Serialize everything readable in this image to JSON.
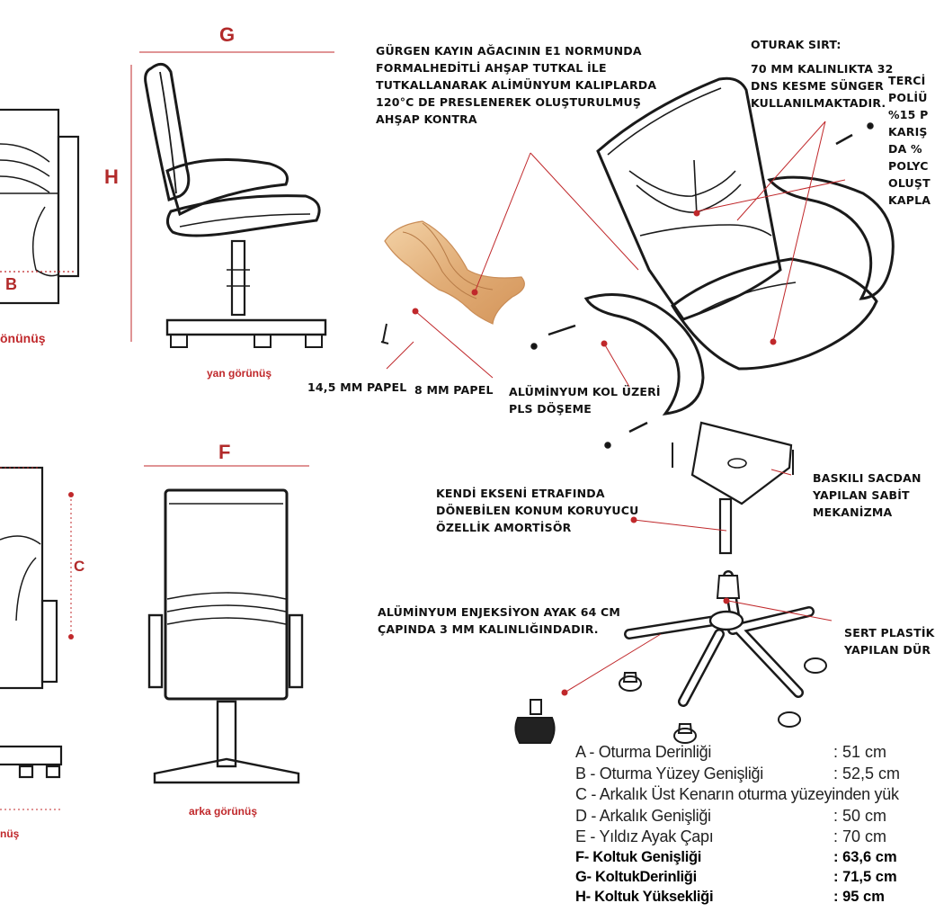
{
  "dimension_letters": {
    "g": "G",
    "h": "H",
    "f": "F",
    "b": "B",
    "c": "C"
  },
  "views": {
    "front": "önünüş",
    "side": "yan görünüş",
    "back": "arka görünüş",
    "plan": "nüş"
  },
  "callouts": {
    "plywood": [
      "GÜRGEN KAYIN AĞACININ E1 NORMUNDA",
      "FORMALHEDİTLİ AHŞAP TUTKAL İLE",
      "TUTKALLANARAK ALİMÜNYUM KALIPLARDA",
      "120°C DE PRESLENEREK OLUŞTURULMUŞ",
      "AHŞAP KONTRA"
    ],
    "oturak_title": "OTURAK SIRT:",
    "oturak_body": [
      "70 MM KALINLIKTA 32",
      "DNS KESME SÜNGER",
      "KULLANILMAKTADIR."
    ],
    "cover": [
      "TERCİ",
      "POLİÜ",
      "%15 P",
      "KARIŞ",
      "DA %",
      "POLYC",
      "OLUŞT",
      "KAPLA"
    ],
    "papel_1": "14,5 MM PAPEL",
    "papel_2": "8 MM  PAPEL",
    "arm": [
      "ALÜMİNYUM KOL ÜZERİ",
      "PLS DÖŞEME"
    ],
    "mechanism": [
      "BASKILI SACDAN",
      "YAPILAN SABİT",
      "MEKANİZMA"
    ],
    "piston": [
      "KENDİ EKSENİ ETRAFINDA",
      "DÖNEBİLEN KONUM KORUYUCU",
      "ÖZELLİK AMORTİSÖR"
    ],
    "base": [
      "ALÜMİNYUM ENJEKSİYON AYAK 64 CM",
      "ÇAPINDA 3 MM KALINLIĞINDADIR."
    ],
    "caster": [
      "SERT PLASTİK",
      "YAPILAN DÜR"
    ]
  },
  "specs": [
    {
      "label": "A - Oturma Derinliği",
      "value": ": 51 cm",
      "bold": false
    },
    {
      "label": "B - Oturma Yüzey Genişliği",
      "value": ": 52,5 cm",
      "bold": false
    },
    {
      "label": "C - Arkalık Üst Kenarın oturma yüzeyinden yük",
      "value": "",
      "bold": false
    },
    {
      "label": "D - Arkalık Genişliği",
      "value": ": 50 cm",
      "bold": false
    },
    {
      "label": "E - Yıldız Ayak Çapı",
      "value": ": 70 cm",
      "bold": false
    },
    {
      "label": "F- Koltuk Genişliği",
      "value": ": 63,6 cm",
      "bold": true
    },
    {
      "label": "G- KoltukDerinliği",
      "value": ": 71,5 cm",
      "bold": true
    },
    {
      "label": "H- Koltuk Yüksekliği",
      "value": ": 95 cm",
      "bold": true
    }
  ],
  "colors": {
    "accent": "#b22a2a",
    "line": "#1a1a1a",
    "plywood": "#e7b987",
    "leader": "#c0282b"
  }
}
